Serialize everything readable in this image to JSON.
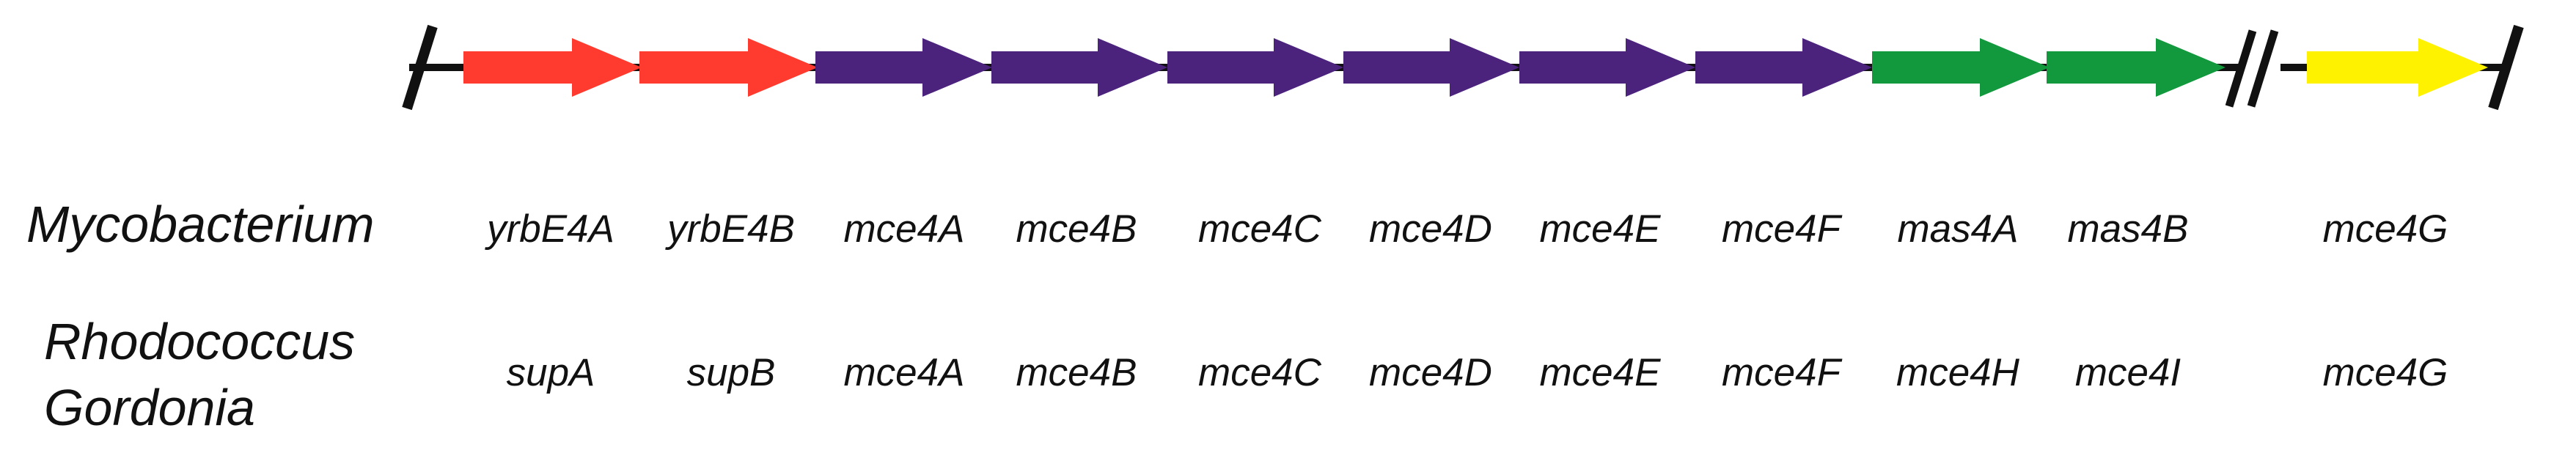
{
  "colors": {
    "backbone": "#111111",
    "sup": "#ff3b30",
    "mce": "#4b237c",
    "mas": "#12993d",
    "mce4g": "#fff200"
  },
  "genes": [
    {
      "id": "g1",
      "color_key": "sup"
    },
    {
      "id": "g2",
      "color_key": "sup"
    },
    {
      "id": "g3",
      "color_key": "mce"
    },
    {
      "id": "g4",
      "color_key": "mce"
    },
    {
      "id": "g5",
      "color_key": "mce"
    },
    {
      "id": "g6",
      "color_key": "mce"
    },
    {
      "id": "g7",
      "color_key": "mce"
    },
    {
      "id": "g8",
      "color_key": "mce"
    },
    {
      "id": "g9",
      "color_key": "mas"
    },
    {
      "id": "g10",
      "color_key": "mas"
    },
    {
      "id": "g11",
      "color_key": "mce4g"
    }
  ],
  "rows": [
    {
      "organism": [
        "Mycobacterium"
      ],
      "labels": [
        "yrbE4A",
        "yrbE4B",
        "mce4A",
        "mce4B",
        "mce4C",
        "mce4D",
        "mce4E",
        "mce4F",
        "mas4A",
        "mas4B",
        "mce4G"
      ]
    },
    {
      "organism": [
        "Rhodococcus",
        "Gordonia"
      ],
      "labels": [
        "supA",
        "supB",
        "mce4A",
        "mce4B",
        "mce4C",
        "mce4D",
        "mce4E",
        "mce4F",
        "mce4H",
        "mce4I",
        "mce4G"
      ]
    }
  ]
}
